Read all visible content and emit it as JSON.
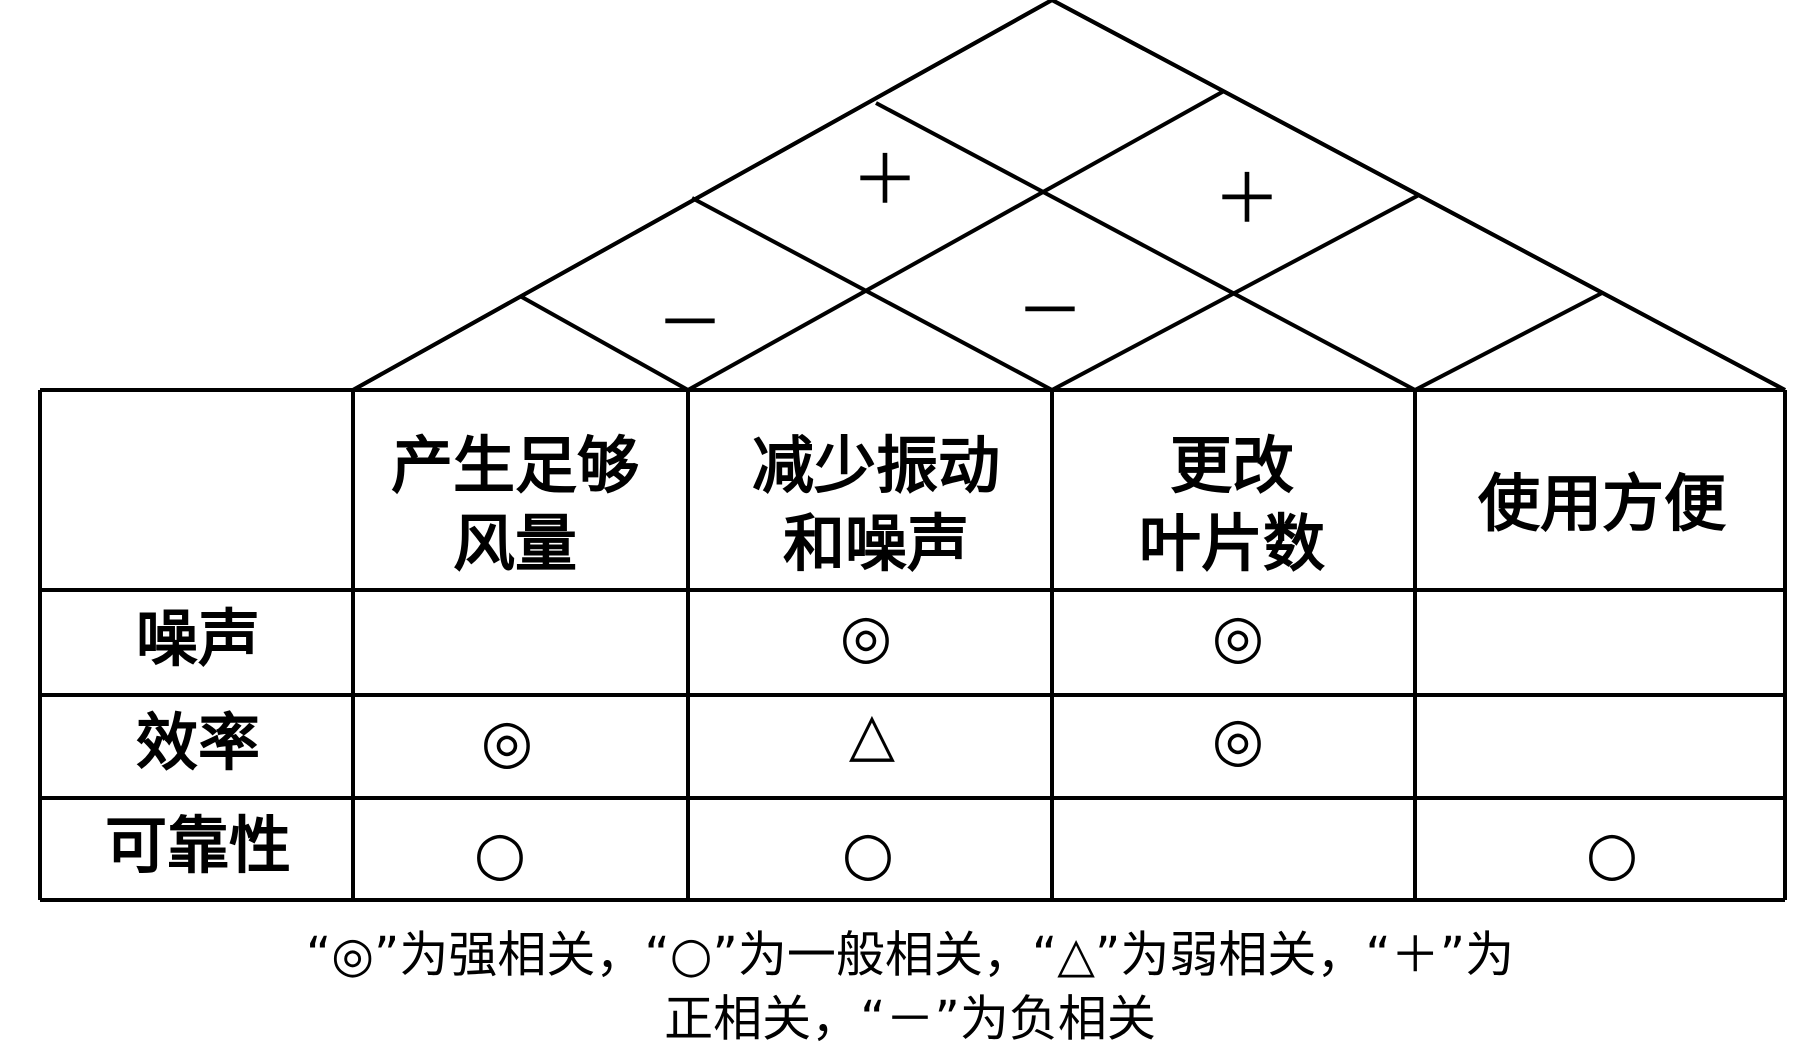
{
  "columns": [
    [
      "产生足够",
      "风量"
    ],
    [
      "减少振动",
      "和噪声"
    ],
    [
      "更改",
      "叶片数"
    ],
    [
      "使用方便"
    ]
  ],
  "rows": [
    {
      "label": "噪声",
      "cells": [
        "",
        "◎",
        "◎",
        ""
      ]
    },
    {
      "label": "效率",
      "cells": [
        "◎",
        "△",
        "◎",
        ""
      ]
    },
    {
      "label": "可靠性",
      "cells": [
        "○",
        "○",
        "",
        "○"
      ]
    }
  ],
  "roof": [
    {
      "pair": [
        1,
        2
      ],
      "symbol": "－"
    },
    {
      "pair": [
        2,
        3
      ],
      "symbol": "－"
    },
    {
      "pair": [
        1,
        3
      ],
      "symbol": "＋"
    },
    {
      "pair": [
        2,
        4
      ],
      "symbol": "＋"
    }
  ],
  "legend": {
    "line1": "“◎”为强相关，“○”为一般相关，“△”为弱相关，“＋”为",
    "line2": "正相关，“－”为负相关"
  }
}
